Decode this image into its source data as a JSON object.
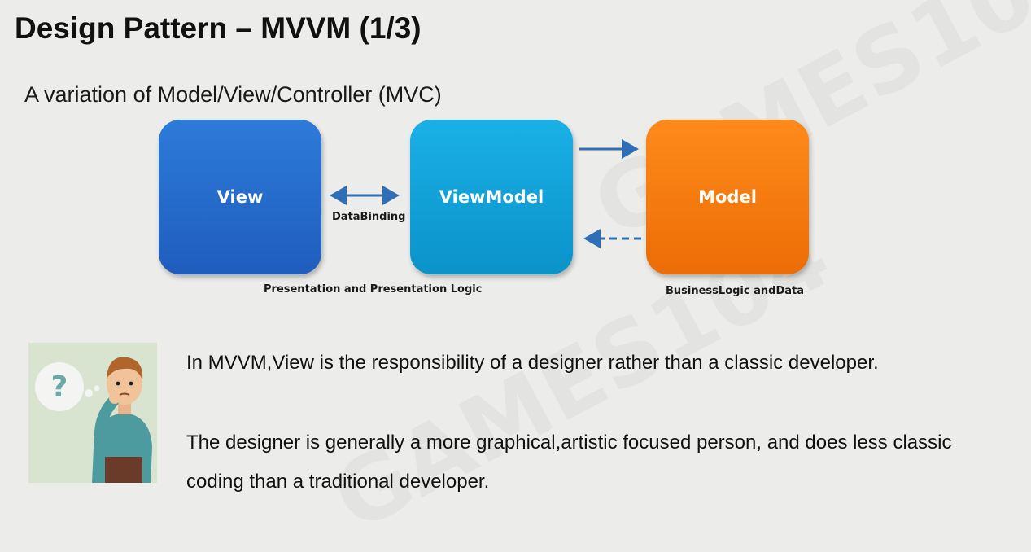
{
  "slide": {
    "title": "Design Pattern – MVVM (1/3)",
    "subtitle": "A variation of Model/View/Controller (MVC)"
  },
  "diagram": {
    "boxes": {
      "view": "View",
      "viewmodel": "ViewModel",
      "model": "Model"
    },
    "labels": {
      "databinding": "DataBinding",
      "presentation": "Presentation and Presentation Logic",
      "business": "BusinessLogic andData"
    },
    "colors": {
      "view": "#2670d0",
      "viewmodel": "#12a5dc",
      "model": "#f57a0e",
      "arrow": "#2e6fb8"
    }
  },
  "body": {
    "paragraph1": "In MVVM,View is the responsibility of a designer rather than a classic developer.",
    "paragraph2": "The designer is generally a more graphical,artistic focused person, and does less classic coding than a traditional developer."
  },
  "illustration": {
    "icon": "thinking-person-question-icon"
  }
}
